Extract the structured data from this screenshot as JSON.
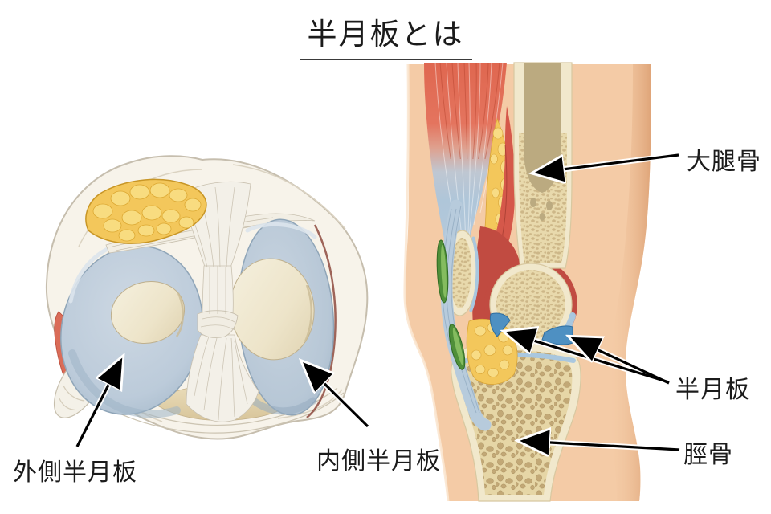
{
  "title": "半月板とは",
  "labels": {
    "femur": "大腿骨",
    "meniscus": "半月板",
    "tibia": "脛骨",
    "lateral_meniscus": "外側半月板",
    "medial_meniscus": "内側半月板"
  },
  "colors": {
    "background": "#ffffff",
    "text": "#1b1b1b",
    "arrow": "#000000",
    "skin": "#F4CBA6",
    "skin_shadow": "#E0A67C",
    "muscle_red": "#DF6750",
    "tendon_blue_gray": "#B7CBDC",
    "fat_yellow": "#F3C75B",
    "bone_cortex": "#F1E8CC",
    "bone_trabecular": "#E8D9AC",
    "bone_medullary": "#BBAA80",
    "meniscus_blue": "#4E90C2",
    "cartilage_blue": "#A9C7DF",
    "synovium_red": "#C14B41",
    "bursa_green": "#4F8F39",
    "meniscus_disc_blue": "#BCCBDA",
    "cartilage_cream": "#EFE7D0",
    "ligament_white": "#F3F0E8",
    "capsule_cream": "#F7F3EA"
  }
}
